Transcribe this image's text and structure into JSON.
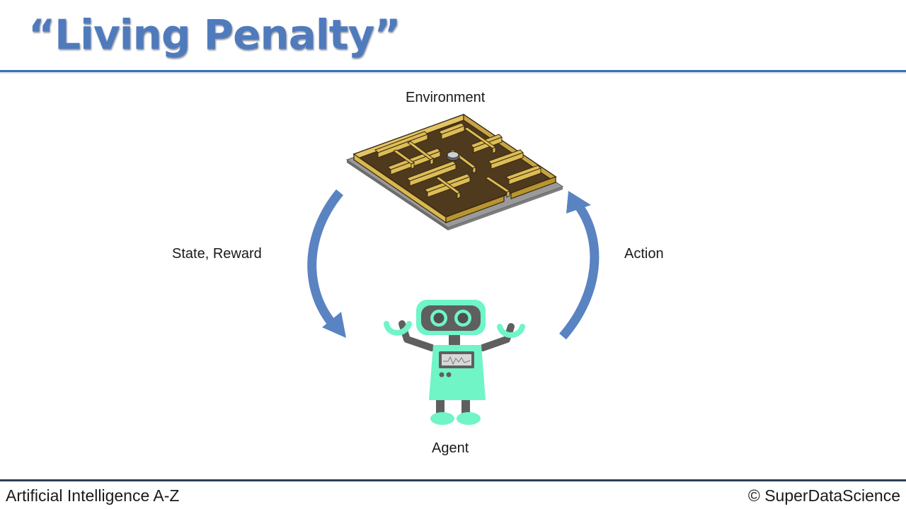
{
  "slide": {
    "title": "“Living Penalty”"
  },
  "diagram": {
    "environment_label": "Environment",
    "state_reward_label": "State, Reward",
    "action_label": "Action",
    "agent_label": "Agent"
  },
  "footer": {
    "course": "Artificial Intelligence A-Z",
    "copyright": "© SuperDataScience"
  },
  "colors": {
    "title": "#4f7bbd",
    "rule": "#3d6fb6",
    "arrow": "#5a83c2",
    "robot_body": "#6ff5c6",
    "maze_wall": "#d9b84e"
  },
  "icons": {
    "environment": "maze-icon",
    "agent": "robot-icon"
  }
}
